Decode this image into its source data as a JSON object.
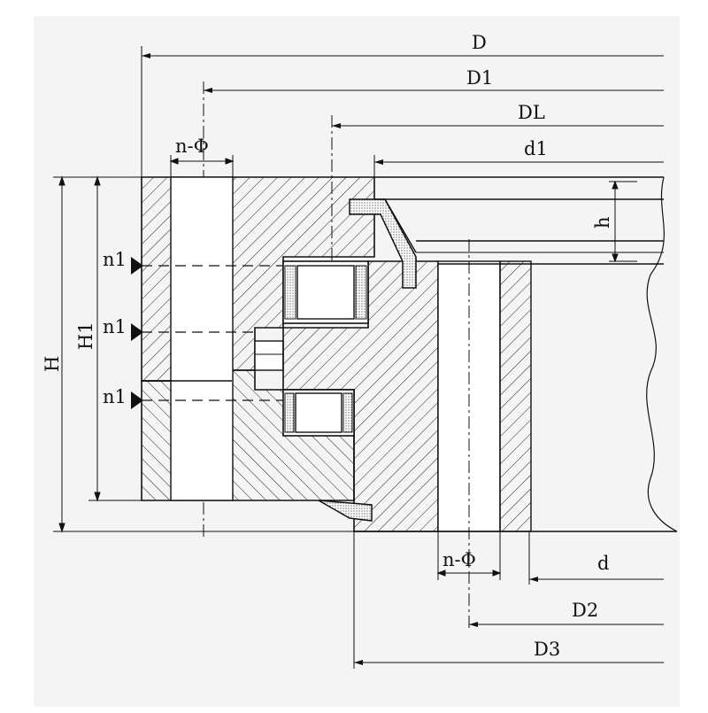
{
  "labels": {
    "D": "D",
    "D1": "D1",
    "DL": "DL",
    "d1": "d1",
    "h": "h",
    "H": "H",
    "H1": "H1",
    "n1": "n1",
    "n_phi_top": "n-Φ",
    "n_phi_bottom": "n-Φ",
    "d": "d",
    "D2": "D2",
    "D3": "D3"
  },
  "colors": {
    "paper": "#f4f4f4",
    "line": "#111111",
    "hatch": "#222222",
    "seal": "#e6e6e6"
  }
}
